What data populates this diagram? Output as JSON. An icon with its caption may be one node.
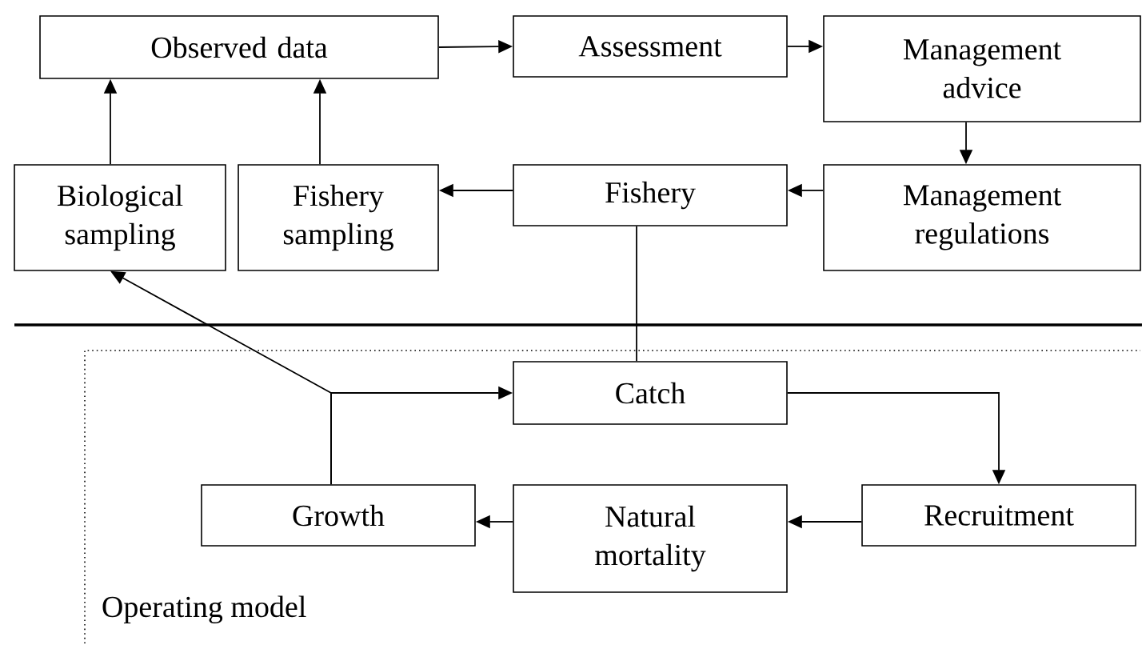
{
  "diagram": {
    "nodes": [
      {
        "text": [
          "Observed data"
        ]
      },
      {
        "text": [
          "Assessment"
        ]
      },
      {
        "text": [
          "Management advice"
        ]
      },
      {
        "text": [
          "Biological sampling"
        ]
      },
      {
        "text": [
          "Fishery sampling"
        ]
      },
      {
        "text": [
          "Fishery"
        ]
      },
      {
        "text": [
          "Management regulations"
        ]
      },
      {
        "text": [
          "Operating model"
        ]
      },
      {
        "text": [
          "Catch"
        ],
        "in": 7
      },
      {
        "text": [
          "Growth"
        ],
        "in": 7
      },
      {
        "text": [
          "Natural mortality"
        ],
        "in": 7
      },
      {
        "text": [
          "Recruitment"
        ],
        "in": 7
      }
    ],
    "edges": [
      {
        "from": 0,
        "to": 1,
        "arrow": "to"
      },
      {
        "from": 1,
        "to": 2,
        "arrow": "to"
      },
      {
        "from": 2,
        "to": 6,
        "arrow": "to"
      },
      {
        "from": 6,
        "to": 5,
        "arrow": "to"
      },
      {
        "from": 5,
        "to": 4,
        "arrow": "to"
      },
      {
        "from": 3,
        "to": 0,
        "arrow": "to"
      },
      {
        "from": 4,
        "to": 0,
        "arrow": "to"
      },
      {
        "from": 5,
        "to": 8,
        "arrow": "none"
      },
      {
        "from": 8,
        "to": 11,
        "arrow": "to"
      },
      {
        "from": 11,
        "to": 10,
        "arrow": "to"
      },
      {
        "from": 10,
        "to": 9,
        "arrow": "to"
      },
      {
        "from": 9,
        "to": 8,
        "arrow": "to"
      },
      {
        "from": 9,
        "to": 3,
        "arrow": "to"
      }
    ]
  }
}
